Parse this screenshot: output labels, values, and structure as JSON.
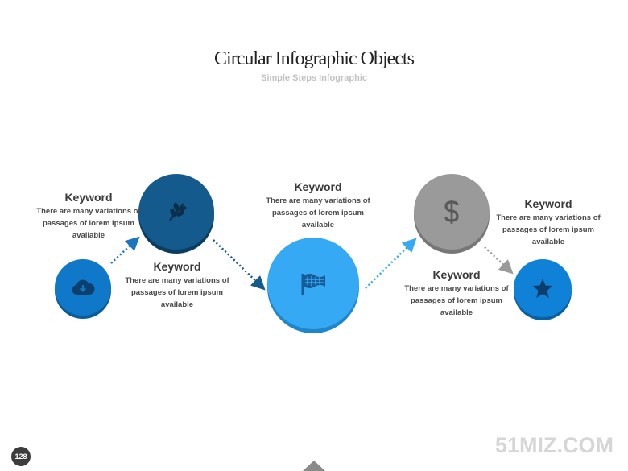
{
  "header": {
    "title": "Circular Infographic Objects",
    "subtitle": "Simple Steps Infographic"
  },
  "colors": {
    "step1": "#0f78c8",
    "step2": "#145a8c",
    "step3": "#35a9f4",
    "step4": "#9a9a9a",
    "step5": "#0f82d8"
  },
  "steps": [
    {
      "icon": "cloud-download-icon",
      "keyword": "Keyword",
      "description": "There are many variations of passages of lorem ipsum available"
    },
    {
      "icon": "leaf-sprig-icon",
      "keyword": "Keyword",
      "description": "There are many variations of passages of lorem ipsum available"
    },
    {
      "icon": "flag-icon",
      "keyword": "Keyword",
      "description": "There are many variations of passages of lorem ipsum available"
    },
    {
      "icon": "dollar-icon",
      "keyword": "Keyword",
      "description": "There are many variations of passages of lorem ipsum available"
    },
    {
      "icon": "star-icon",
      "keyword": "Keyword",
      "description": "There are many variations of passages of lorem ipsum available"
    }
  ],
  "footer": {
    "page_number": "128",
    "watermark": "51MIZ.COM"
  }
}
